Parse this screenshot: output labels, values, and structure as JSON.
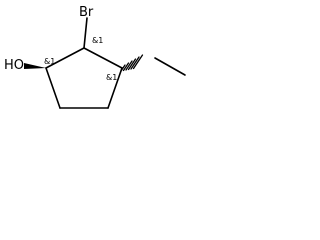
{
  "molecule": {
    "atoms": {
      "hydroxyl": "HO",
      "bromine": "Br"
    },
    "stereo_labels": {
      "c1": "&1",
      "c2": "&1",
      "c3": "&1"
    }
  }
}
